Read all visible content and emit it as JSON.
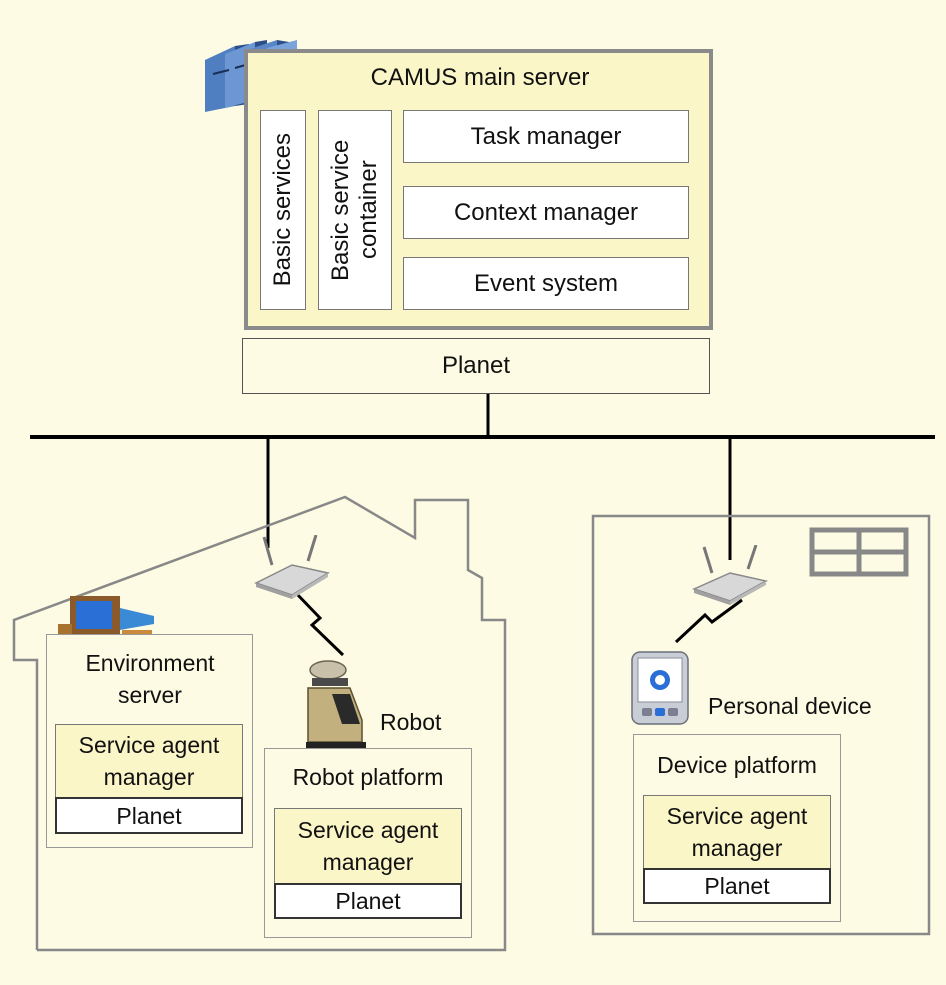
{
  "server": {
    "title": "CAMUS main server",
    "basic_services": "Basic services",
    "basic_service_container": "Basic service container",
    "task_manager": "Task manager",
    "context_manager": "Context manager",
    "event_system": "Event system",
    "planet": "Planet"
  },
  "environment": {
    "title": "Environment server",
    "sam": "Service agent manager",
    "planet": "Planet"
  },
  "robot": {
    "label": "Robot",
    "platform": "Robot platform",
    "sam": "Service agent manager",
    "planet": "Planet"
  },
  "personal": {
    "label": "Personal device",
    "platform": "Device platform",
    "sam": "Service agent manager",
    "planet": "Planet"
  },
  "icons": {
    "server": "server-rack-icon",
    "computer": "desktop-computer-icon",
    "access_point": "wireless-access-point-icon",
    "robot": "robot-icon",
    "pda": "pda-icon",
    "window": "window-icon",
    "wireless_link": "lightning-link-icon"
  }
}
